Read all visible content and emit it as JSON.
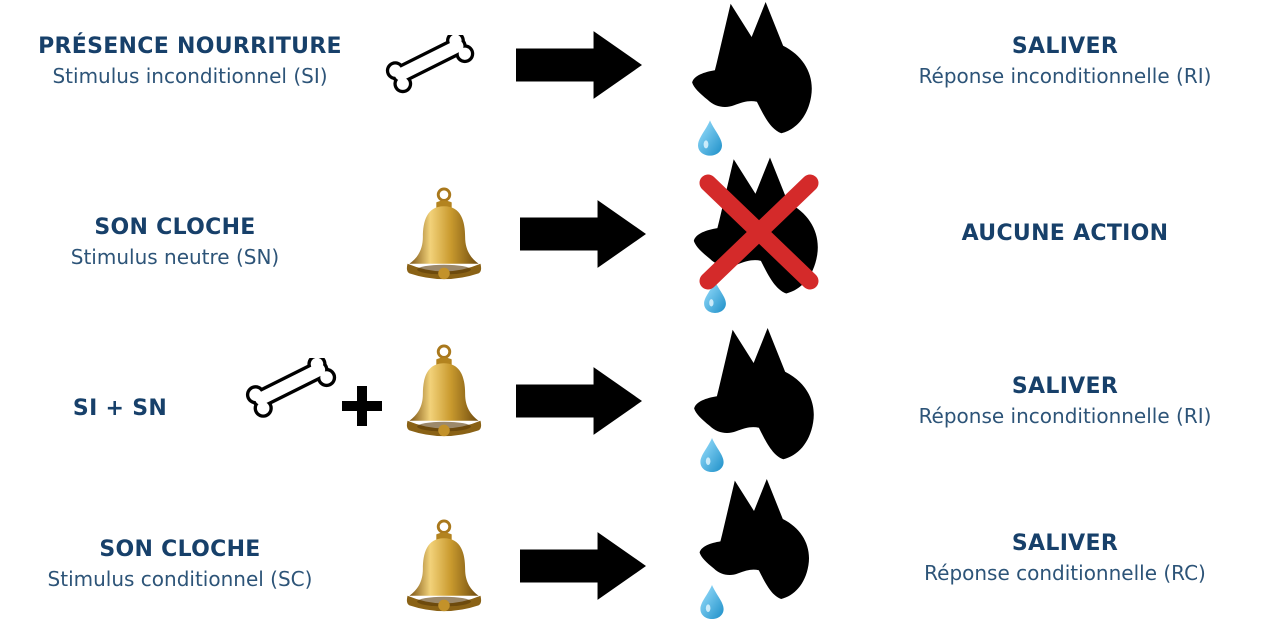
{
  "rows": [
    {
      "stimulus_title": "PRÉSENCE NOURRITURE",
      "stimulus_subtitle": "Stimulus inconditionnel (SI)",
      "response_title": "SALIVER",
      "response_subtitle": "Réponse inconditionnelle (RI)"
    },
    {
      "stimulus_title": "SON CLOCHE",
      "stimulus_subtitle": "Stimulus neutre (SN)",
      "response_title": "AUCUNE ACTION",
      "response_subtitle": ""
    },
    {
      "stimulus_title": "SI + SN",
      "stimulus_subtitle": "",
      "response_title": "SALIVER",
      "response_subtitle": "Réponse inconditionnelle (RI)"
    },
    {
      "stimulus_title": "SON CLOCHE",
      "stimulus_subtitle": "Stimulus conditionnel (SC)",
      "response_title": "SALIVER",
      "response_subtitle": "Réponse conditionnelle (RC)"
    }
  ],
  "colors": {
    "title_text": "#17406a",
    "subtitle_text": "#2d5478",
    "arrow": "#000000",
    "dog": "#000000",
    "drop": "#39b4e6",
    "cross": "#d42a2a",
    "bell": "#c99a2e"
  },
  "icons": {
    "bone": "bone-icon",
    "bell": "bell-icon",
    "plus": "plus-icon",
    "arrow": "arrow-right-icon",
    "dog": "dog-head-icon",
    "drop": "saliva-drop-icon",
    "cross": "red-cross-icon"
  }
}
